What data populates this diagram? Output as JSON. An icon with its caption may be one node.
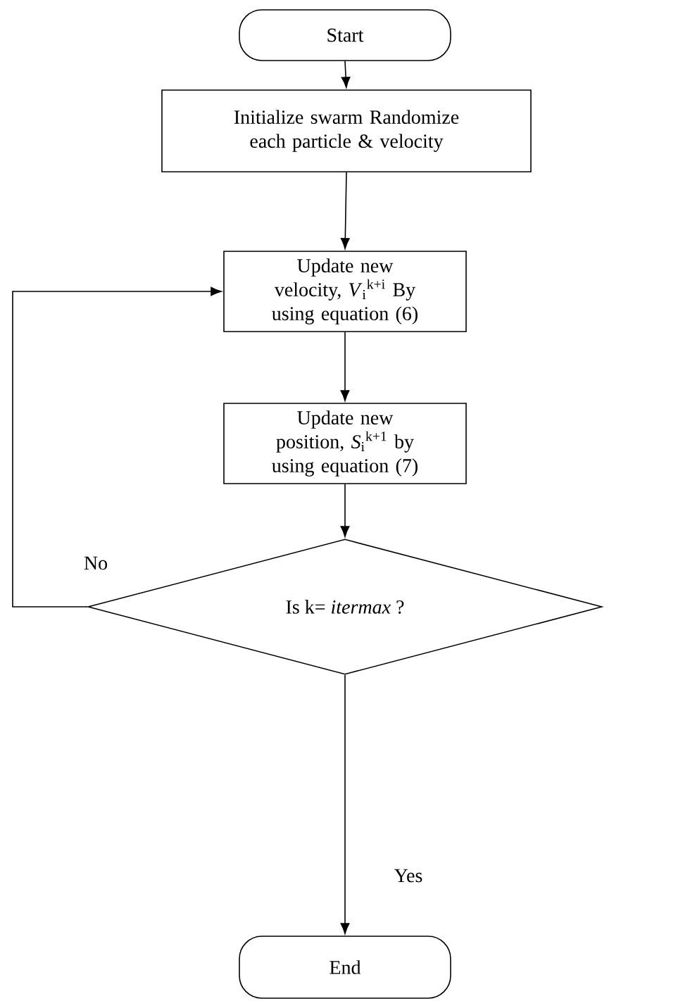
{
  "diagram": {
    "nodes": [
      {
        "text": [
          "Start"
        ]
      },
      {
        "text": [
          "Initialize swarm Randomize each particle & velocity"
        ]
      },
      {
        "text": [
          "Update new velocity, *V*$_{i}$$^{k+i}$ By using equation (6)"
        ]
      },
      {
        "text": [
          "Update new position, *S*$_{i}$$^{k+1}$ by using equation (7)"
        ]
      },
      {
        "text": [
          "Is k= *itermax* ?"
        ]
      },
      {
        "text": [
          "End"
        ]
      }
    ],
    "edges": [
      {
        "from": 0,
        "to": 1,
        "arrow": "to"
      },
      {
        "from": 1,
        "to": 2,
        "arrow": "to"
      },
      {
        "from": 2,
        "to": 3,
        "arrow": "to"
      },
      {
        "from": 3,
        "to": 4,
        "arrow": "to"
      },
      {
        "from": 4,
        "to": 2,
        "arrow": "to",
        "label": "No"
      },
      {
        "from": 4,
        "to": 5,
        "arrow": "to",
        "label": "Yes"
      }
    ]
  }
}
